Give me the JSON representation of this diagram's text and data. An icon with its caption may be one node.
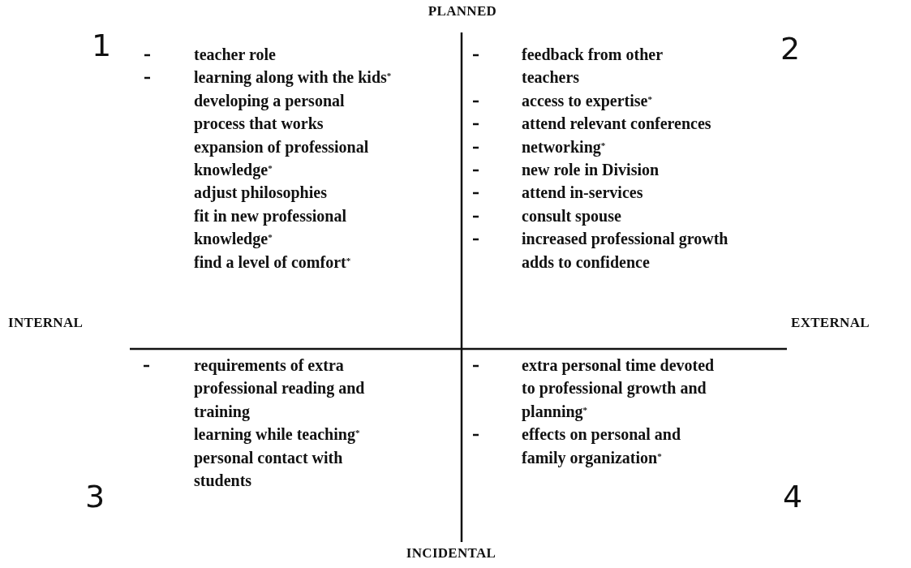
{
  "diagram": {
    "labels": [
      "PLANNED",
      "1",
      "teacher role",
      "learning along with the kids$^{*}$",
      "developing a personal process that works",
      "expansion of professional knowledge$^{*}$",
      "adjust philosophies",
      "fit in new professional knowledge$^{*}$",
      "find a level of comfort$^{*}$",
      "feedback from other teachers",
      "access to expertise$^{*}$",
      "attend relevant conferences",
      "networking$^{*}$",
      "new role in Division",
      "attend in-services",
      "consult spouse",
      "increased professional growth adds to confidence",
      "2",
      "INTERNAL",
      "EXTERNAL",
      "requirements of extra professional reading and training",
      "learning while teaching$^{*}$",
      "personal contact with students",
      "extra personal time devoted to professional growth and planning$^{*}$",
      "effects on personal and family organization$^{*}$",
      "3",
      "4",
      "INCIDENTAL"
    ]
  }
}
